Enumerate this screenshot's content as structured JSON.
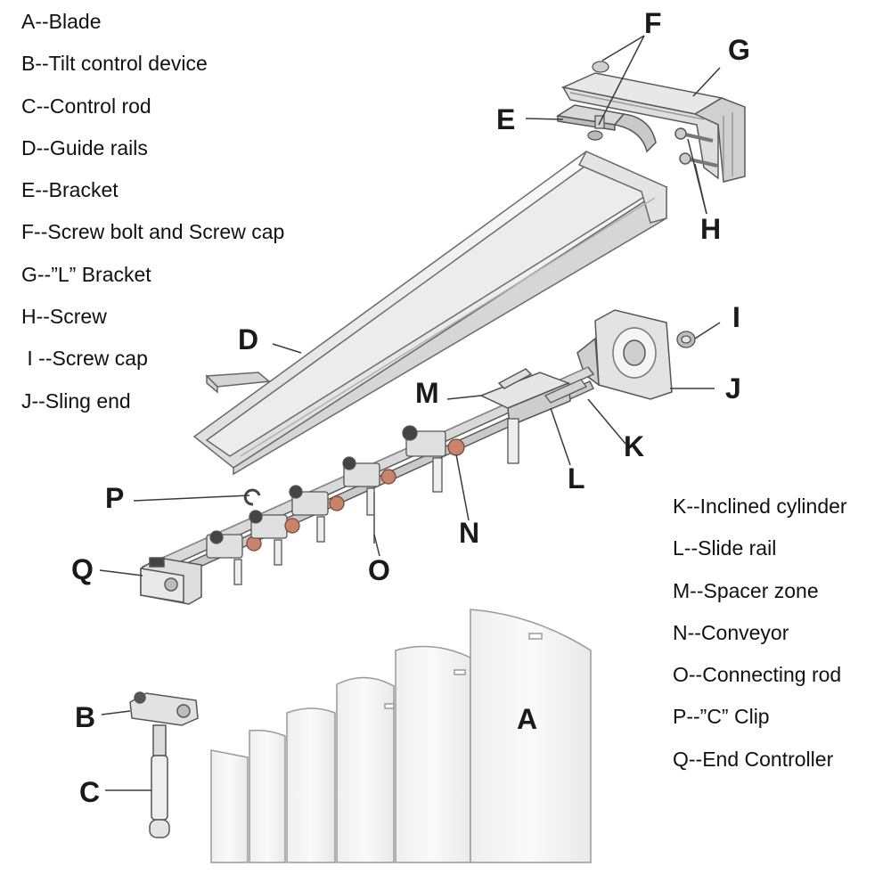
{
  "legend": {
    "left": [
      "A--Blade",
      "B--Tilt control device",
      "C--Control rod",
      "D--Guide rails",
      "E--Bracket",
      "F--Screw bolt and Screw cap",
      "G--”L” Bracket",
      "H--Screw",
      " I --Screw cap",
      "J--Sling end"
    ],
    "right": [
      "K--Inclined cylinder",
      "L--Slide rail",
      "M--Spacer zone",
      "N--Conveyor",
      "O--Connecting rod",
      "P--”C” Clip",
      "Q--End Controller"
    ]
  },
  "callouts": {
    "A": "A",
    "B": "B",
    "C": "C",
    "D": "D",
    "E": "E",
    "F": "F",
    "G": "G",
    "H": "H",
    "I": "I",
    "J": "J",
    "K": "K",
    "L": "L",
    "M": "M",
    "N": "N",
    "O": "O",
    "P": "P",
    "Q": "Q"
  },
  "colors": {
    "line": "#3a3a3a",
    "metal": "#d9d9d9",
    "metal_dark": "#9a9a9a",
    "rail": "#f2f2f2",
    "blade": "#f7f7f7",
    "roller": "#c8836a"
  }
}
